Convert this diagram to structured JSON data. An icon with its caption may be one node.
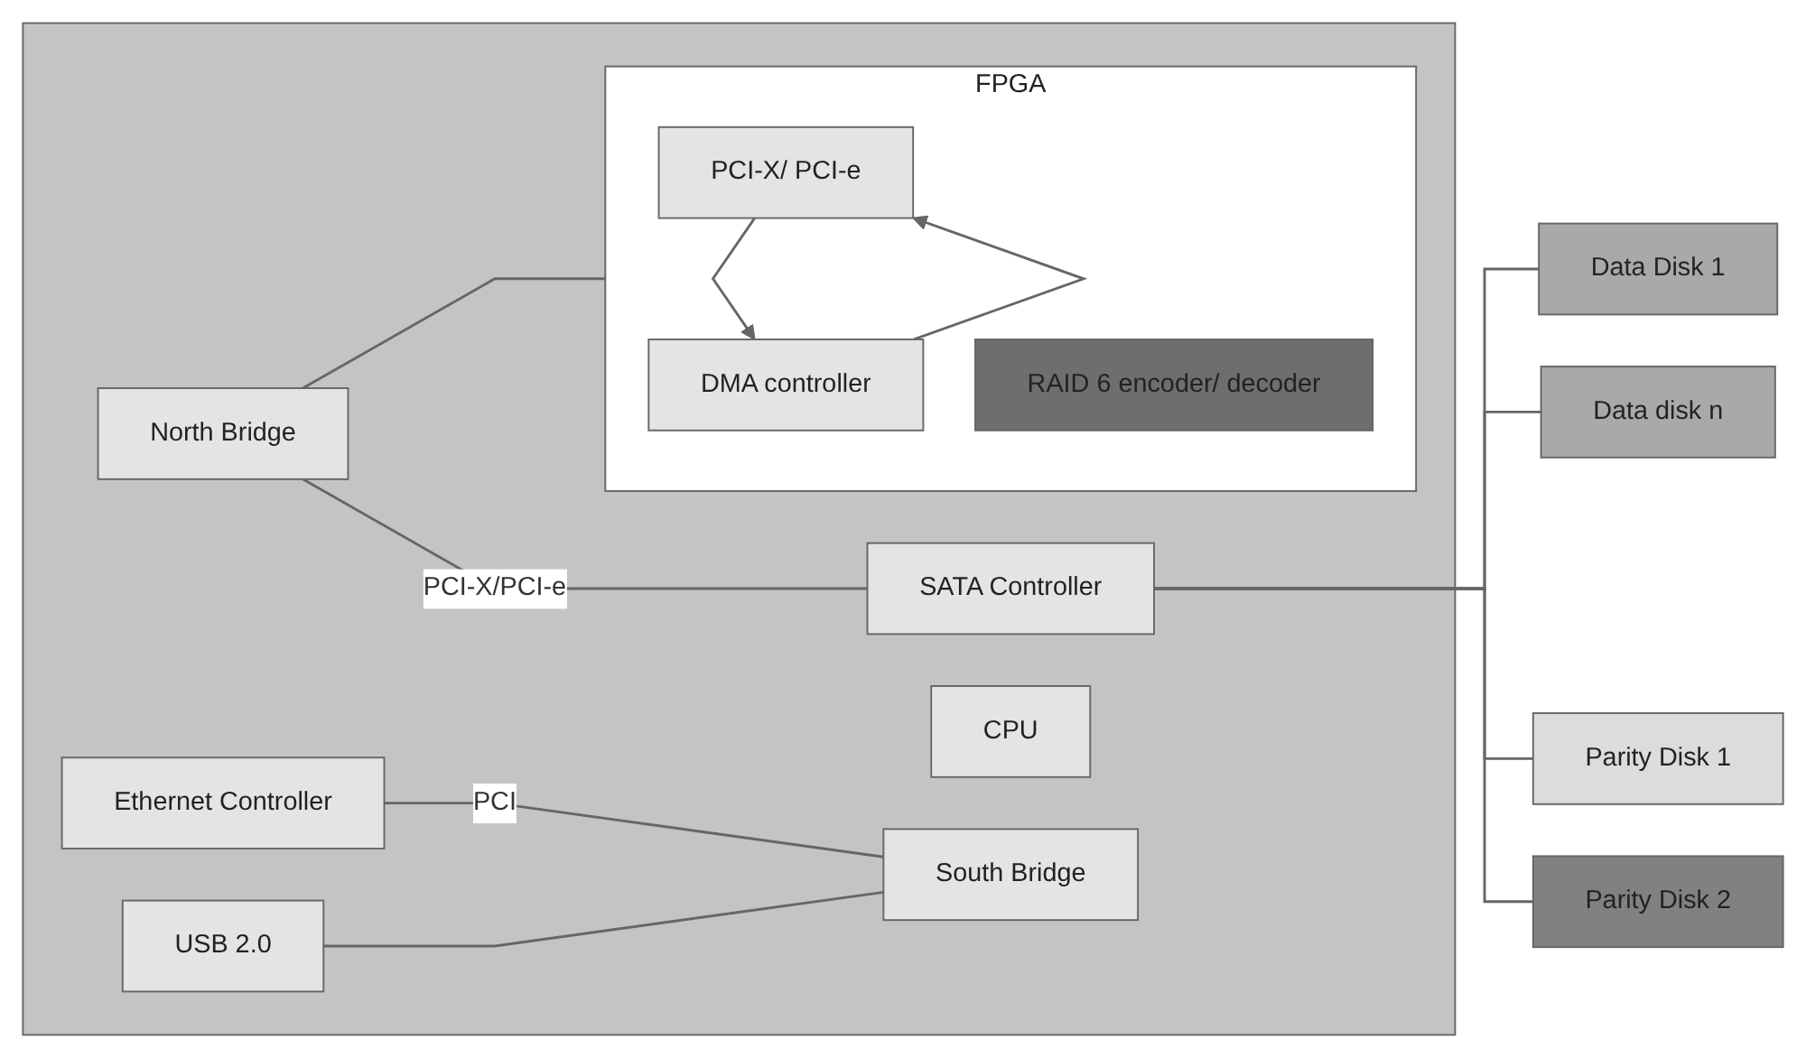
{
  "diagram": {
    "nodes": [
      {
        "text": [],
        "shape": "box"
      },
      {
        "text": [
          "North Bridge"
        ],
        "in": 0
      },
      {
        "text": [
          "SATA Controller"
        ],
        "in": 0
      },
      {
        "text": [
          "CPU"
        ],
        "in": 0
      },
      {
        "text": [
          "Ethernet Controller"
        ],
        "in": 0
      },
      {
        "text": [
          "South Bridge"
        ],
        "in": 0
      },
      {
        "text": [
          "USB 2.0"
        ],
        "in": 0
      },
      {
        "text": [
          "FPGA"
        ],
        "in": 0
      },
      {
        "text": [
          "PCI-X/ PCI-e"
        ],
        "in": 7
      },
      {
        "text": [
          "DMA controller"
        ],
        "in": 7
      },
      {
        "text": [
          "RAID 6 encoder/ decoder"
        ],
        "in": 7
      },
      {
        "text": [
          "Data Disk 1"
        ]
      },
      {
        "text": [
          "Data disk n"
        ]
      },
      {
        "text": [
          "Parity Disk 1"
        ]
      },
      {
        "text": [
          "Parity Disk 2"
        ]
      }
    ],
    "edges": [
      {
        "from": 1,
        "to": 2,
        "arrow": "none",
        "label": "PCI-X/PCI-e"
      },
      {
        "from": 1,
        "to": 7,
        "arrow": "none"
      },
      {
        "from": 4,
        "to": 5,
        "arrow": "none",
        "label": "PCI"
      },
      {
        "from": 6,
        "to": 5,
        "arrow": "none"
      },
      {
        "from": 8,
        "to": 9,
        "arrow": "to"
      },
      {
        "from": 9,
        "to": 8,
        "arrow": "to"
      },
      {
        "from": 2,
        "to": 11,
        "arrow": "none"
      },
      {
        "from": 2,
        "to": 12,
        "arrow": "none"
      },
      {
        "from": 2,
        "to": 13,
        "arrow": "none"
      },
      {
        "from": 2,
        "to": 14,
        "arrow": "none"
      }
    ]
  }
}
